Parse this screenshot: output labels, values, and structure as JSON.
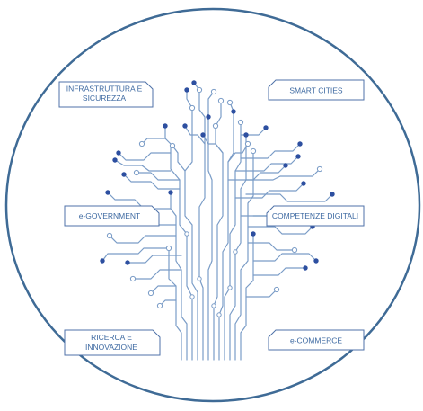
{
  "colors": {
    "circle_stroke": "#3f6b96",
    "trace": "#7a9cc7",
    "node_filled": "#2d4fa0",
    "node_hollow_stroke": "#7a9cc7",
    "label_text": "#3e6aa2",
    "label_border": "#4f72a8"
  },
  "labels": {
    "top_left": [
      "INFRASTRUTTURA E",
      "SICUREZZA"
    ],
    "top_right": "SMART CITIES",
    "middle_left": "e-GOVERNMENT",
    "middle_right": "COMPETENZE DIGITALI",
    "bottom_left": [
      "RICERCA E",
      "INNOVAZIONE"
    ],
    "bottom_right": "e-COMMERCE"
  },
  "icons": {
    "tree": "circuit-tree-icon"
  }
}
